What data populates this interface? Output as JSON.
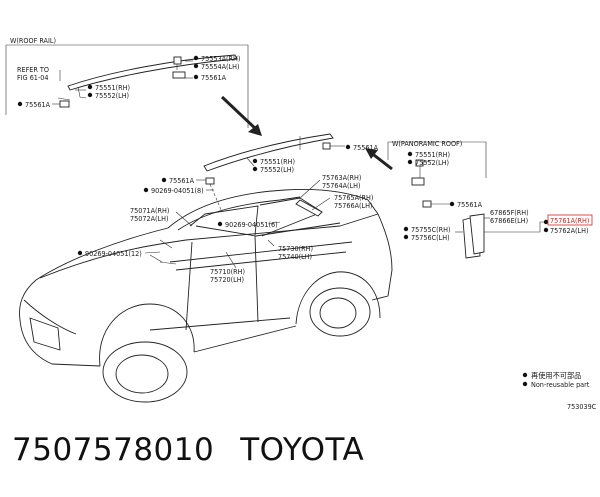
{
  "diagram": {
    "roof_rail_box_title": "W(ROOF RAIL)",
    "panoramic_box_title": "W(PANORAMIC ROOF)",
    "refer_to": "REFER TO",
    "refer_fig": "FIG 61-04",
    "labels": {
      "p75553a": "75553A(RH)",
      "p75554a": "75554A(LH)",
      "p75561a_top": "75561A",
      "p75551_rr": "75551(RH)",
      "p75552_rr": "75552(LH)",
      "p75561a_left": "75561A",
      "p75561a_roof": "75561A",
      "p75551_main": "75551(RH)",
      "p75552_main": "75552(LH)",
      "p75561a_mid": "75561A",
      "p90269_8": "90269-04051(8)",
      "p75763a": "75763A(RH)",
      "p75764a": "75764A(LH)",
      "p75765a": "75765A(RH)",
      "p75766a": "75766A(LH)",
      "p75071a": "75071A(RH)",
      "p75072a": "75072A(LH)",
      "p90269_6": "90269-04051(6)",
      "p90269_12": "90269-04051(12)",
      "p75730": "75730(RH)",
      "p75740": "75740(LH)",
      "p75710": "75710(RH)",
      "p75720": "75720(LH)",
      "p75551_pan": "75551(RH)",
      "p75552_pan": "75552(LH)",
      "p75561a_pan": "75561A",
      "p67865f": "67865F(RH)",
      "p67866e": "67866E(LH)",
      "p75761a": "75761A(RH)",
      "p75762a": "75762A(LH)",
      "p75755c": "75755C(RH)",
      "p75756c": "75756C(LH)"
    },
    "legend_line1": "再使用不可部品",
    "legend_line2": "Non-reusable part",
    "diagram_code": "753039C",
    "highlight_color": "#d52020"
  },
  "footer": {
    "part_number": "7507578010",
    "brand": "TOYOTA"
  }
}
